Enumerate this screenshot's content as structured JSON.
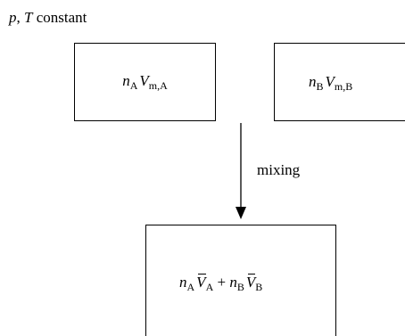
{
  "header": {
    "p": "p",
    "sep": ", ",
    "T": "T",
    "rest": " constant"
  },
  "box_a": {
    "n": "n",
    "n_sub": "A",
    "V": "V",
    "V_sub": "m,A"
  },
  "box_b": {
    "n": "n",
    "n_sub": "B",
    "V": "V",
    "V_sub": "m,B"
  },
  "arrow": {
    "label": "mixing"
  },
  "result": {
    "n1": "n",
    "n1_sub": "A",
    "V1": "V",
    "V1_sub": "A",
    "plus": " + ",
    "n2": "n",
    "n2_sub": "B",
    "V2": "V",
    "V2_sub": "B"
  }
}
